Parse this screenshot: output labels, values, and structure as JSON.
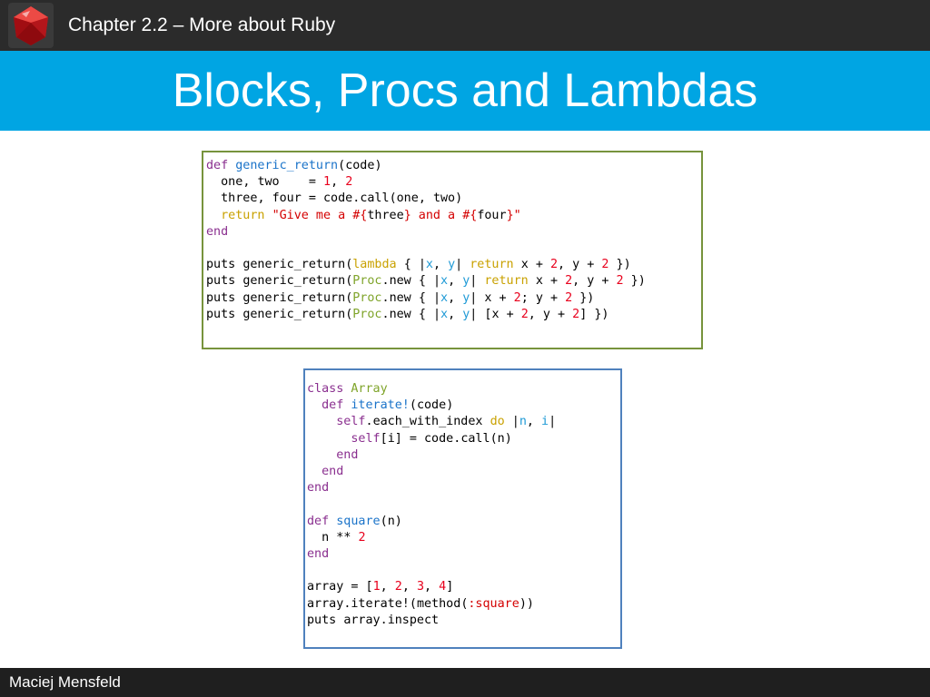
{
  "header": {
    "logo_icon": "ruby-gem-icon",
    "chapter": "Chapter 2.2 – More about Ruby"
  },
  "slide": {
    "title": "Blocks, Procs and Lambdas"
  },
  "code_blocks": [
    {
      "name": "generic-return-example",
      "lines": [
        "def generic_return(code)",
        "  one, two    = 1, 2",
        "  three, four = code.call(one, two)",
        "  return \"Give me a #{three} and a #{four}\"",
        "end",
        "",
        "puts generic_return(lambda { |x, y| return x + 2, y + 2 })",
        "puts generic_return(Proc.new { |x, y| return x + 2, y + 2 })",
        "puts generic_return(Proc.new { |x, y| x + 2; y + 2 })",
        "puts generic_return(Proc.new { |x, y| [x + 2, y + 2] })"
      ]
    },
    {
      "name": "array-iterate-example",
      "lines": [
        "class Array",
        "  def iterate!(code)",
        "    self.each_with_index do |n, i|",
        "      self[i] = code.call(n)",
        "    end",
        "  end",
        "end",
        "",
        "def square(n)",
        "  n ** 2",
        "end",
        "",
        "array = [1, 2, 3, 4]",
        "array.iterate!(method(:square))",
        "puts array.inspect"
      ]
    }
  ],
  "syntax_colors": {
    "keyword": "#8a2f8f",
    "method_name": "#1a73c9",
    "number": "#e8001c",
    "string": "#d40000",
    "return_and_block_keyword": "#c9a100",
    "class_name": "#7fa42a",
    "block_variable": "#1f9ad6"
  },
  "footer": {
    "author": "Maciej Mensfeld"
  },
  "theme": {
    "header_bg": "#2b2b2b",
    "title_bg": "#00a5e3",
    "footer_bg": "#1f1f1f",
    "code1_border": "#77933c",
    "code2_border": "#4f81bd"
  }
}
